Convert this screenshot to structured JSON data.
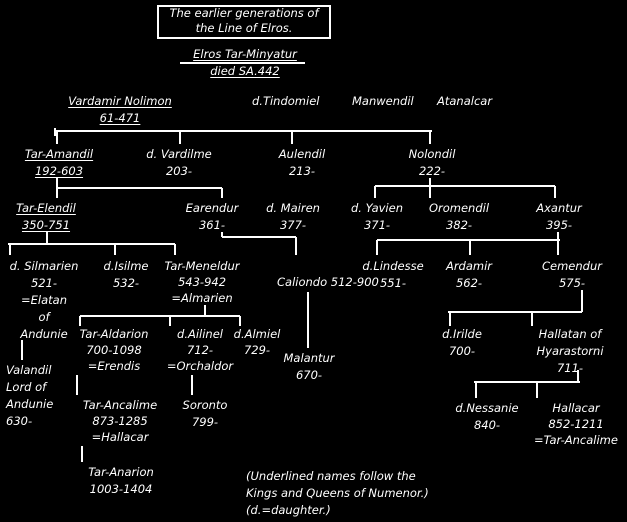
{
  "title": "The earlier generations of\nthe Line of Elros.",
  "nodes": {
    "elros": "Elros Tar-Minyatur\ndied SA.442",
    "vardamir": "Vardamir Nolimon\n61-471",
    "tindomiel": "d.Tindomiel",
    "manwendil": "Manwendil",
    "atanalcar": "Atanalcar",
    "amandil": "Tar-Amandil\n192-603",
    "vardilme": "d. Vardilme\n203-",
    "aulendil": "Aulendil\n213-",
    "nolondil": "Nolondil\n222-",
    "elendil": "Tar-Elendil\n350-751",
    "earendur": "Earendur\n361-",
    "mairen": "d. Mairen\n377-",
    "yavien": "d. Yavien\n371-",
    "oromendil": "Oromendil\n382-",
    "axantur": "Axantur\n395-",
    "silmarien": "d. Silmarien\n521-\n=Elatan\nof\nAndunie",
    "isilme": "d.Isilme\n532-",
    "meneldur": "Tar-Meneldur\n543-942\n=Almarien",
    "caliondo": "Caliondo 512-900",
    "lindesse": "d.Lindesse\n551-",
    "ardamir": "Ardamir\n562-",
    "cemendur": "Cemendur\n575-",
    "aldarion": "Tar-Aldarion\n700-1098\n=Erendis",
    "ailinel": "d.Ailinel\n712-\n=Orchaldor",
    "almiel": "d.Almiel\n729-",
    "valandil": "Valandil\nLord of\nAndunie\n630-",
    "malantur": "Malantur\n670-",
    "irilde": "d.Irilde\n700-",
    "hallatan": "Hallatan of\nHyarastorni\n711-",
    "ancalime": "Tar-Ancalime\n873-1285\n=Hallacar",
    "soronto": "Soronto\n799-",
    "nessanie": "d.Nessanie\n840-",
    "hallacar": "Hallacar\n852-1211\n=Tar-Ancalime",
    "anarion": "Tar-Anarion\n1003-1404"
  },
  "note": "(Underlined names follow the\n Kings and Queens of Numenor.)\n(d.=daughter.)"
}
